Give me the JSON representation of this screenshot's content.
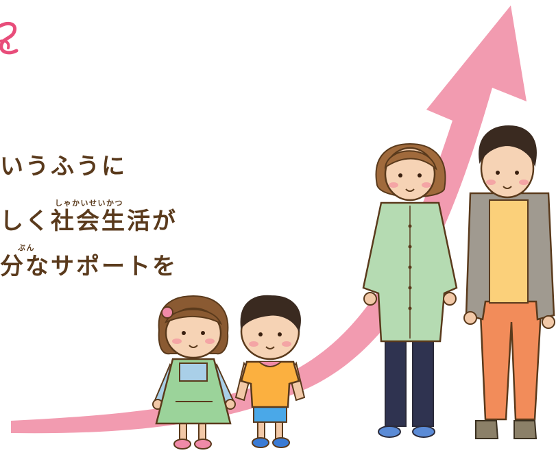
{
  "colors": {
    "text": "#5a3a1c",
    "arrow": "#f29bb0",
    "accent_pink": "#e84d7a"
  },
  "icons": [
    "decorative-swirl-icon",
    "growth-arrow-icon"
  ],
  "text": {
    "line1": "いうふうに",
    "line2": "しく社会生活が",
    "line2_ruby": "しゃかいせいかつ",
    "line3": "分なサポートを",
    "line3_ruby": "ぶん"
  },
  "characters": [
    "girl-child",
    "boy-child",
    "woman-adult",
    "man-adult"
  ]
}
